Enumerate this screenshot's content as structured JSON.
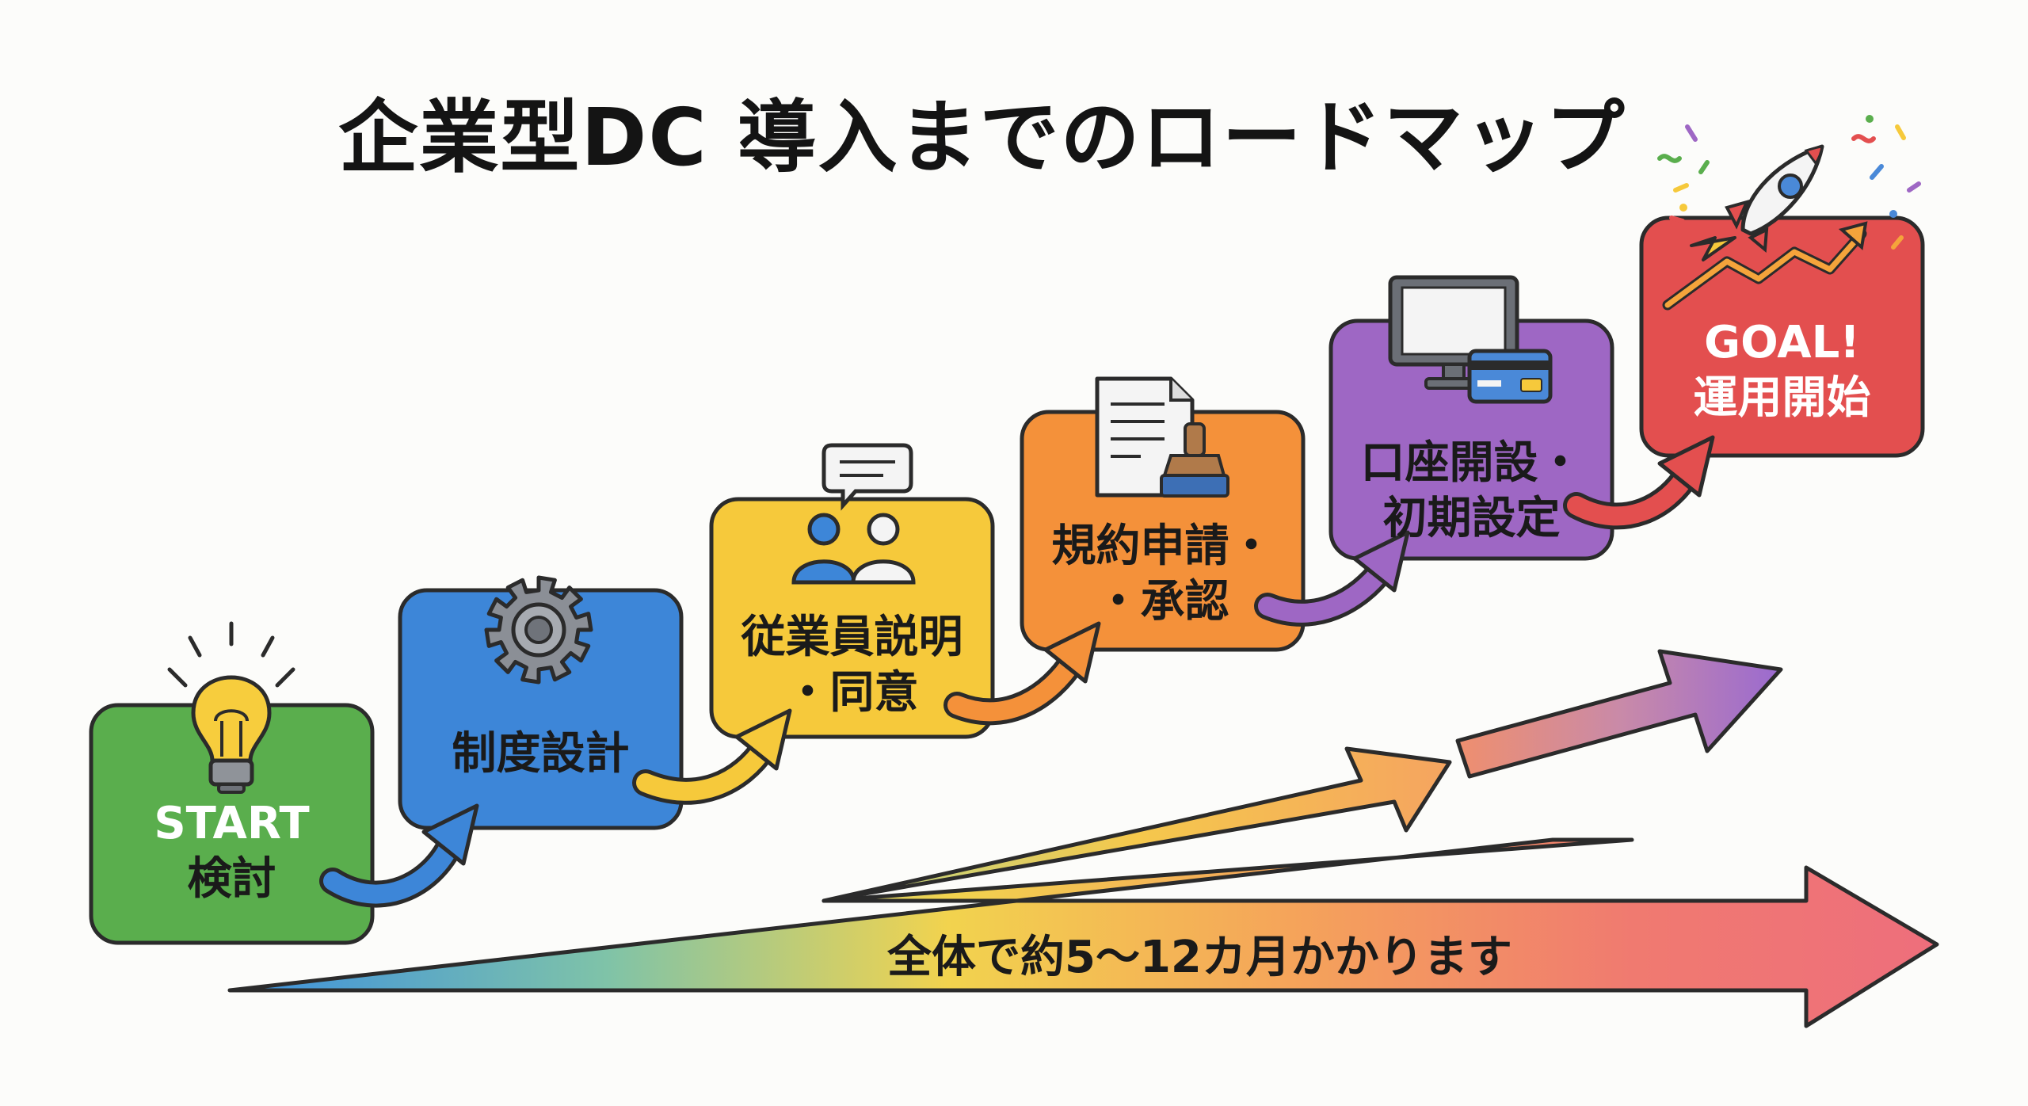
{
  "title": "企業型DC 導入までのロードマップ",
  "steps": [
    {
      "lines": [
        "START",
        "検討"
      ],
      "icon": "lightbulb-icon",
      "color": "#5aae4d"
    },
    {
      "lines": [
        "制度設計"
      ],
      "icon": "gear-icon",
      "color": "#3d86d8"
    },
    {
      "lines": [
        "従業員説明",
        "・同意"
      ],
      "icon": "people-speech-icon",
      "color": "#f6c93b"
    },
    {
      "lines": [
        "規約申請・",
        "・承認"
      ],
      "icon": "document-stamp-icon",
      "color": "#f4913a"
    },
    {
      "lines": [
        "口座開設・",
        "初期設定"
      ],
      "icon": "computer-card-icon",
      "color": "#9e67c4"
    },
    {
      "lines": [
        "GOAL!",
        "運用開始"
      ],
      "icon": "rocket-growth-icon",
      "color": "#e34f4f"
    }
  ],
  "timeline": {
    "label": "全体で約5〜12カ月かかります"
  },
  "colors": {
    "outline": "#2b2b2b",
    "background": "#fcfcfa"
  }
}
